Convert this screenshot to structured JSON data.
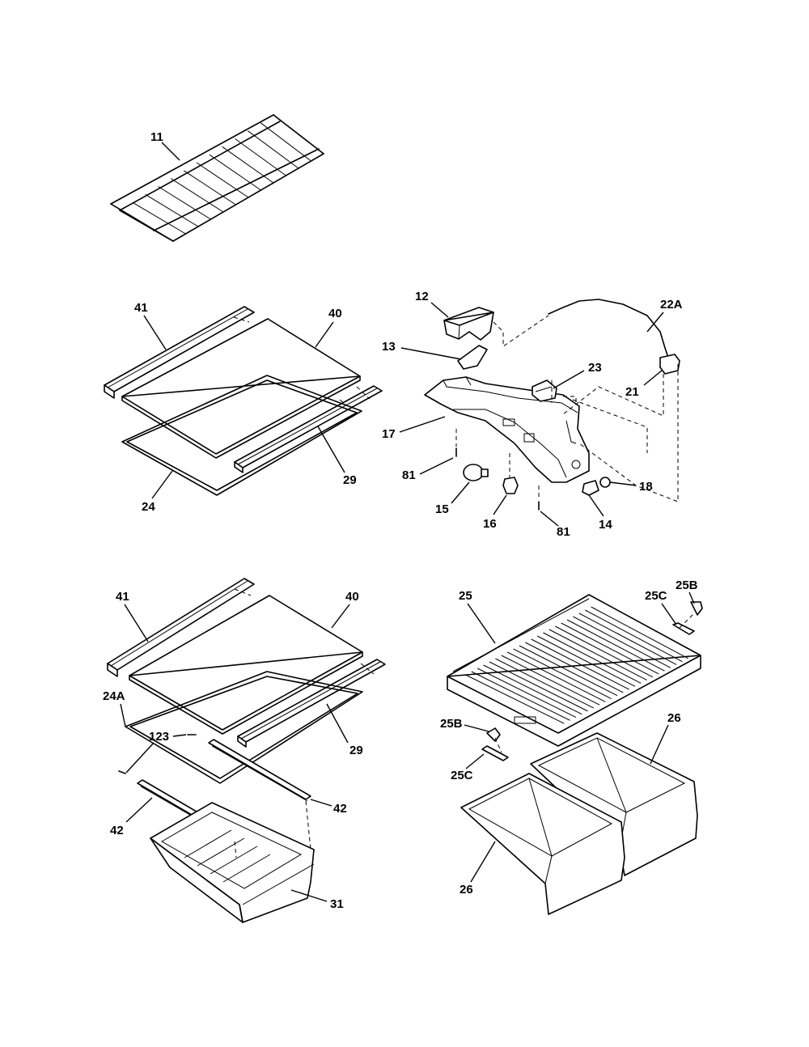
{
  "callouts": {
    "c11": "11",
    "c41a": "41",
    "c40a": "40",
    "c29a": "29",
    "c24": "24",
    "c12": "12",
    "c22a": "22A",
    "c13": "13",
    "c23": "23",
    "c21": "21",
    "c17": "17",
    "c81a": "81",
    "c18": "18",
    "c15": "15",
    "c16": "16",
    "c81b": "81",
    "c14": "14",
    "c41b": "41",
    "c40b": "40",
    "c24a": "24A",
    "c123": "123",
    "c29b": "29",
    "c42a": "42",
    "c42b": "42",
    "c31": "31",
    "c25": "25",
    "c25c_top": "25C",
    "c25b_top": "25B",
    "c25b_bot": "25B",
    "c25c_bot": "25C",
    "c26a": "26",
    "c26b": "26"
  }
}
